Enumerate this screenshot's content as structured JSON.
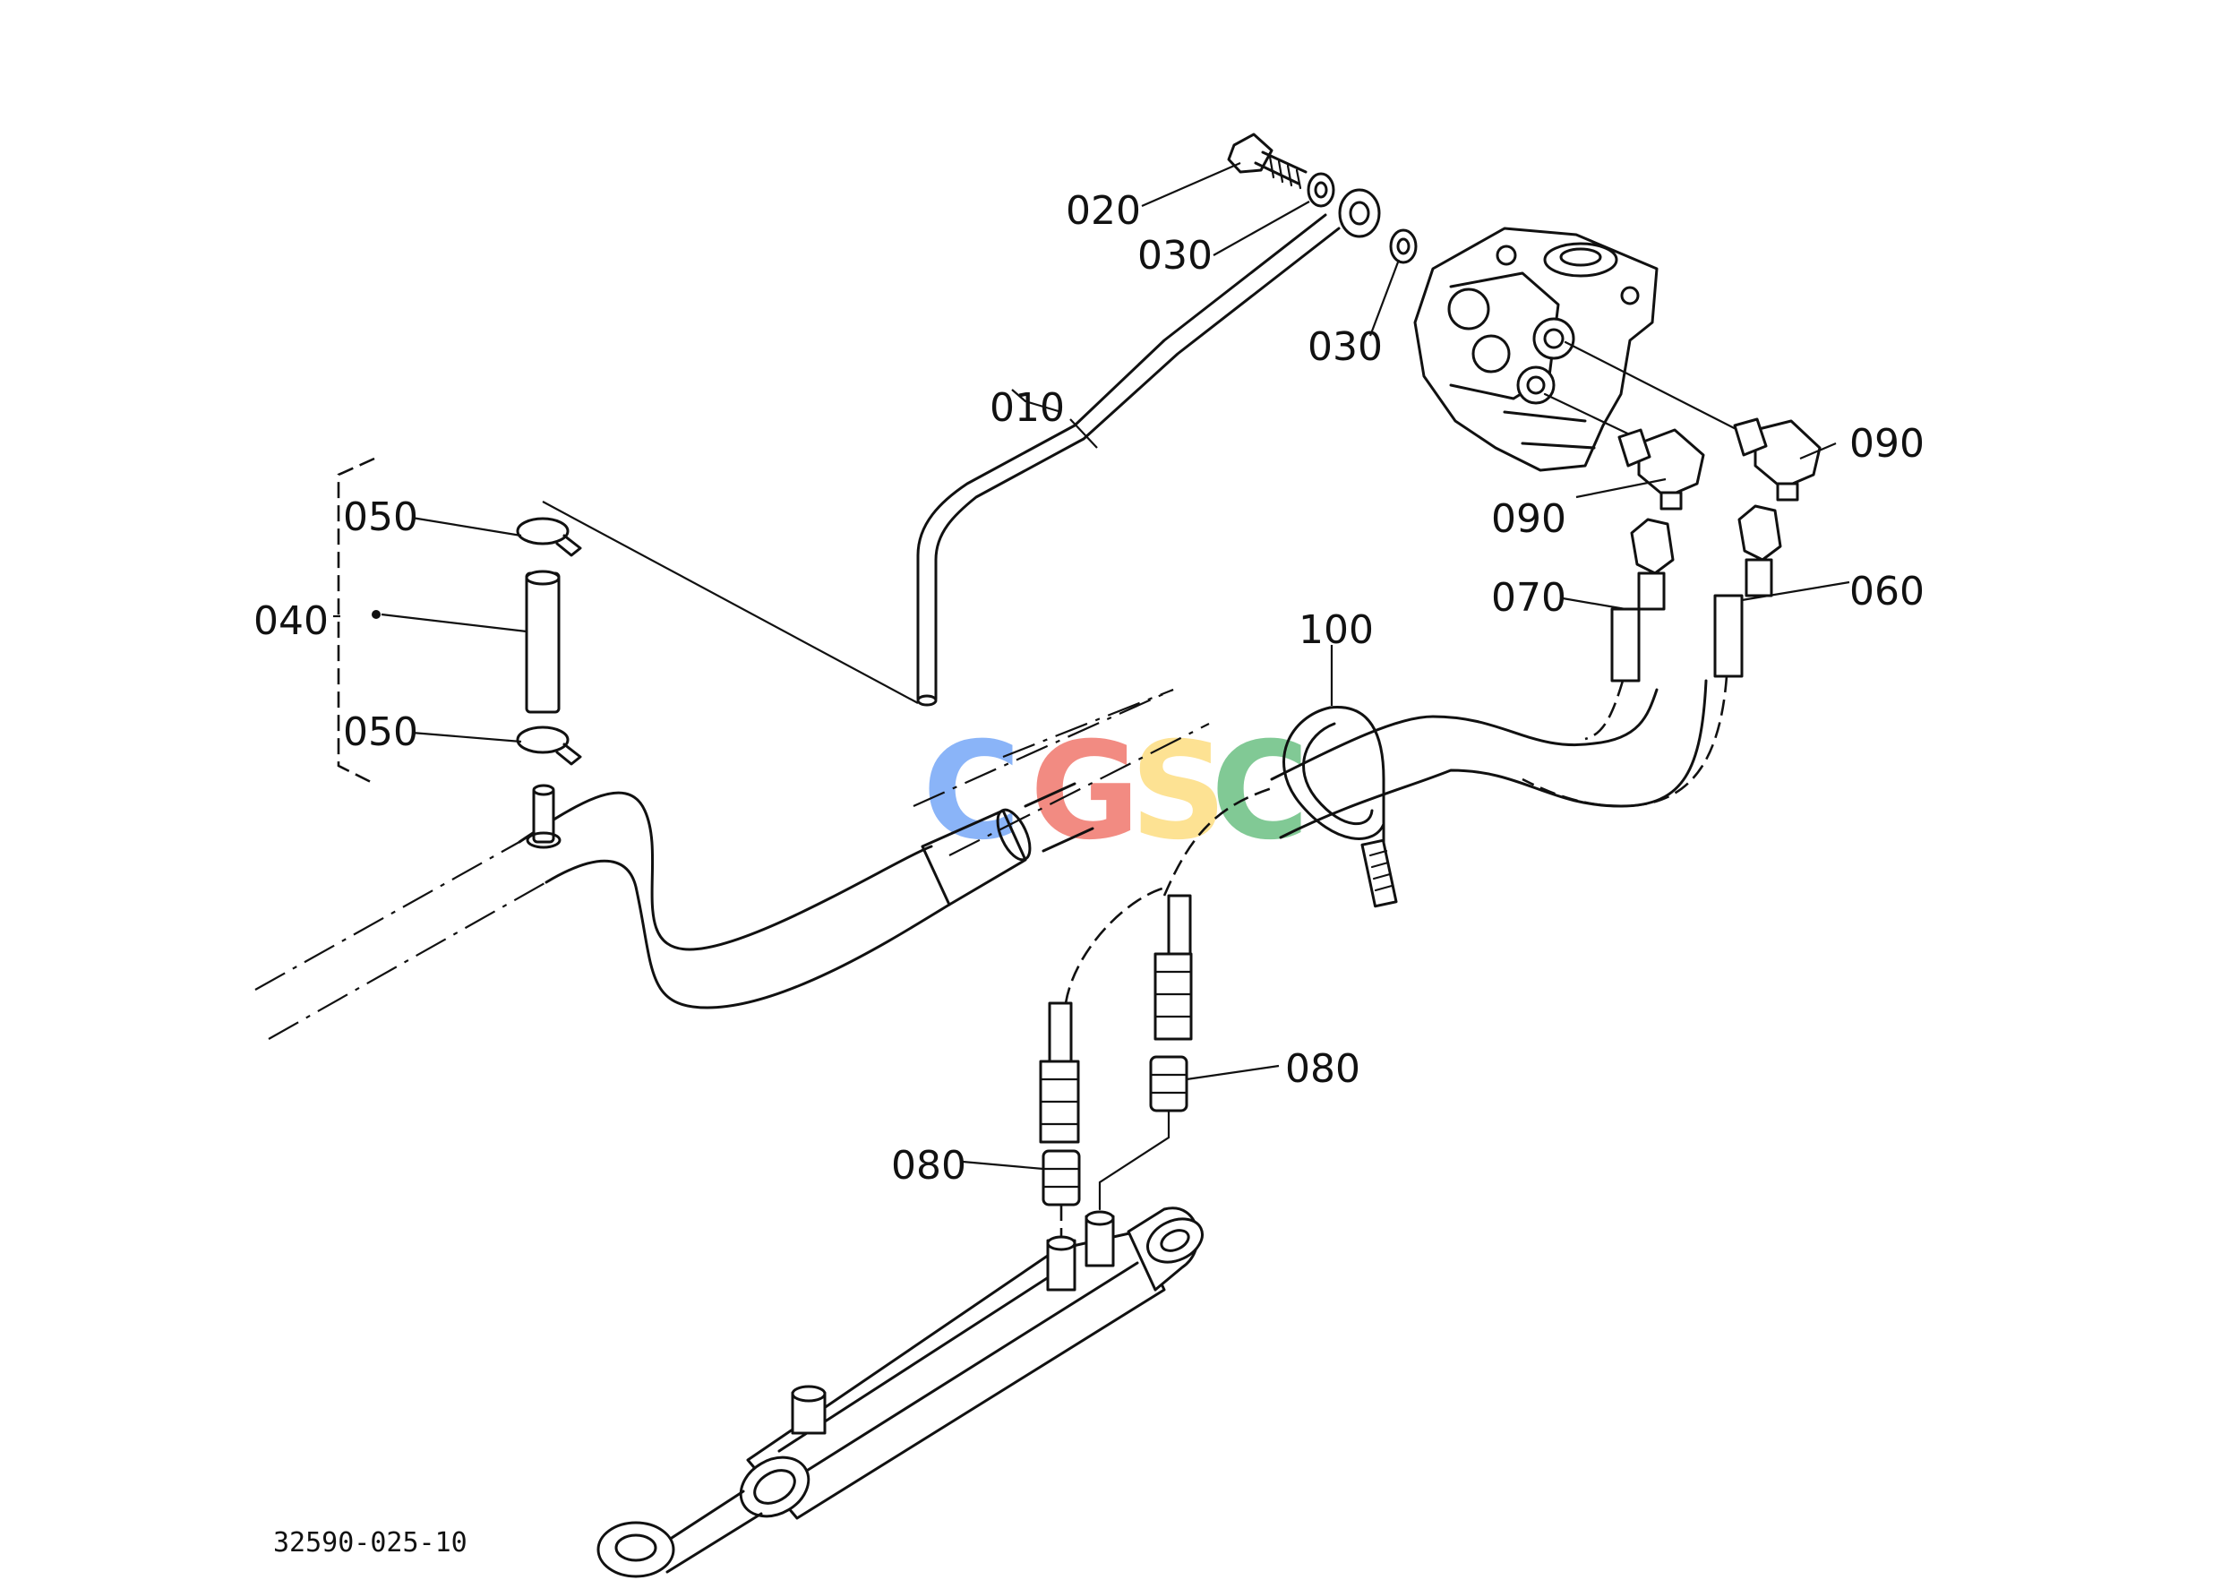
{
  "reference_number": "32590-025-10",
  "watermark": {
    "letters": [
      "C",
      "G",
      "S",
      "C"
    ],
    "colors": [
      "#8ab4f8",
      "#f28b82",
      "#fde293",
      "#81c995"
    ]
  },
  "parts": [
    {
      "id": "p010",
      "label": "010"
    },
    {
      "id": "p020",
      "label": "020"
    },
    {
      "id": "p030a",
      "label": "030"
    },
    {
      "id": "p030b",
      "label": "030"
    },
    {
      "id": "p040",
      "label": "040"
    },
    {
      "id": "p050a",
      "label": "050"
    },
    {
      "id": "p050b",
      "label": "050"
    },
    {
      "id": "p060",
      "label": "060"
    },
    {
      "id": "p070",
      "label": "070"
    },
    {
      "id": "p080a",
      "label": "080"
    },
    {
      "id": "p080b",
      "label": "080"
    },
    {
      "id": "p090a",
      "label": "090"
    },
    {
      "id": "p090b",
      "label": "090"
    },
    {
      "id": "p100",
      "label": "100"
    }
  ]
}
